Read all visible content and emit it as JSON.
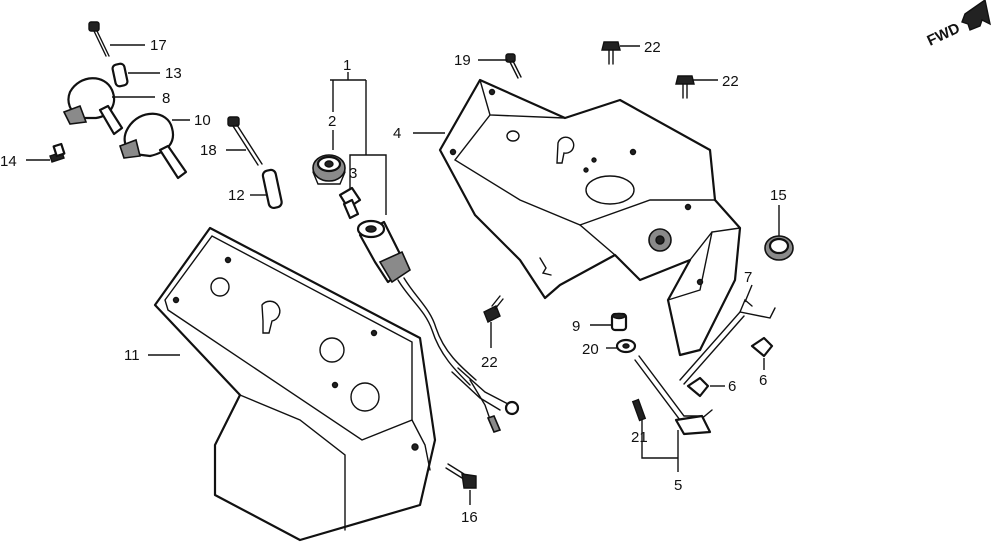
{
  "direction_marker": {
    "text": "FWD"
  },
  "callouts": [
    {
      "id": "c1",
      "text": "1"
    },
    {
      "id": "c2",
      "text": "2"
    },
    {
      "id": "c3",
      "text": "3"
    },
    {
      "id": "c4",
      "text": "4"
    },
    {
      "id": "c5",
      "text": "5"
    },
    {
      "id": "c6a",
      "text": "6"
    },
    {
      "id": "c6b",
      "text": "6"
    },
    {
      "id": "c7",
      "text": "7"
    },
    {
      "id": "c8",
      "text": "8"
    },
    {
      "id": "c9",
      "text": "9"
    },
    {
      "id": "c10",
      "text": "10"
    },
    {
      "id": "c11",
      "text": "11"
    },
    {
      "id": "c12",
      "text": "12"
    },
    {
      "id": "c13",
      "text": "13"
    },
    {
      "id": "c14",
      "text": "14"
    },
    {
      "id": "c15",
      "text": "15"
    },
    {
      "id": "c16",
      "text": "16"
    },
    {
      "id": "c17",
      "text": "17"
    },
    {
      "id": "c18",
      "text": "18"
    },
    {
      "id": "c19",
      "text": "19"
    },
    {
      "id": "c20",
      "text": "20"
    },
    {
      "id": "c21",
      "text": "21"
    },
    {
      "id": "c22a",
      "text": "22"
    },
    {
      "id": "c22b",
      "text": "22"
    },
    {
      "id": "c22c",
      "text": "22"
    }
  ]
}
